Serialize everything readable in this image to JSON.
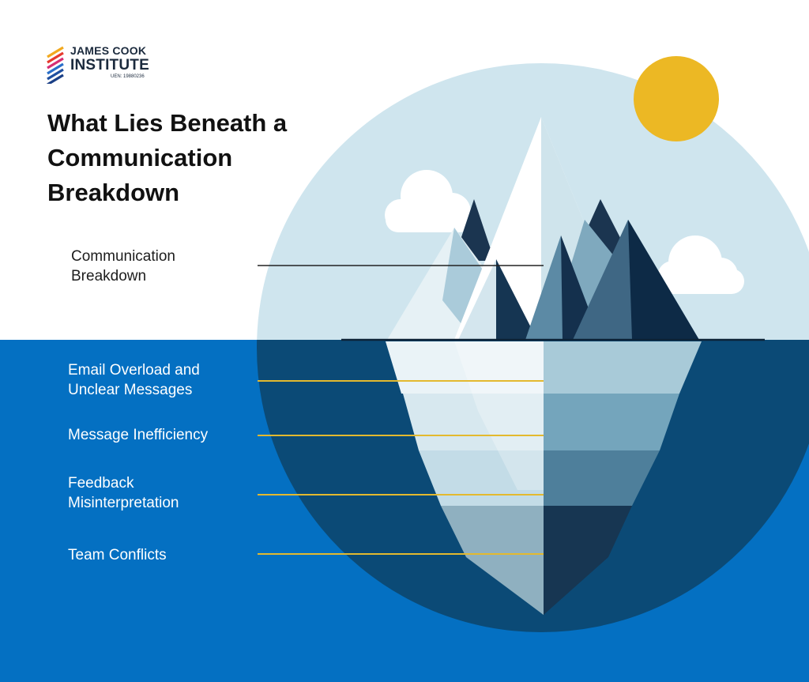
{
  "brand": {
    "line1": "JAMES COOK",
    "line2": "INSTITUTE",
    "uen": "UEN: 19880236"
  },
  "title": "What Lies Beneath a Communication Breakdown",
  "labels": {
    "tip": "Communication\nBreakdown",
    "layers": [
      "Email Overload and\nUnclear Messages",
      "Message Inefficiency",
      "Feedback\nMisinterpretation",
      "Team Conflicts"
    ]
  },
  "colors": {
    "sea": "#0470c2",
    "deep_circle": "#0b4a76",
    "sky_circle": "#cfe5ee",
    "sun": "#ecb824",
    "leader_line_above": "#222222",
    "leader_lines_below": "#e3b92f"
  }
}
